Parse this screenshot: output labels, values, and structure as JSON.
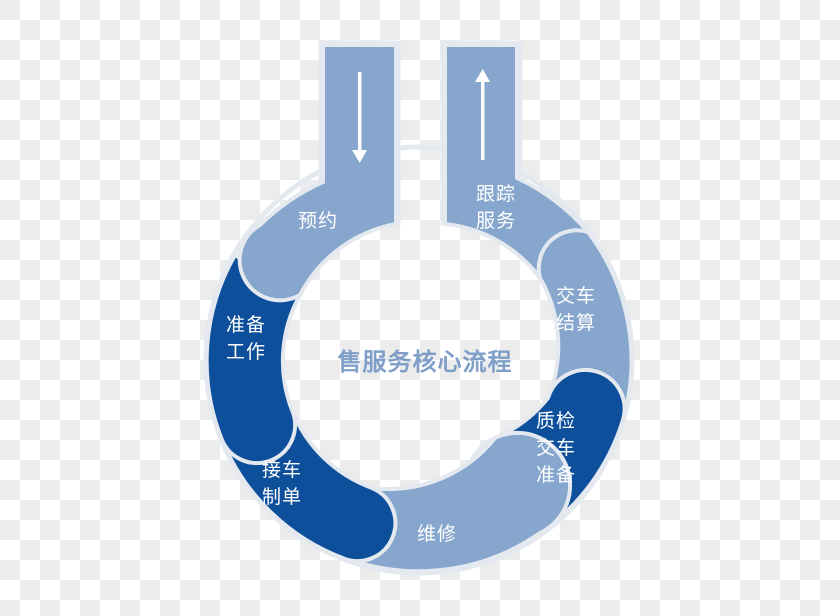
{
  "diagram": {
    "title": "售服务核心流程",
    "colors": {
      "dark_segment": "#0e4f9b",
      "light_segment": "#86a6cd",
      "border": "#e4e9f0",
      "center_text": "#7f9fc9",
      "label_text": "#ffffff"
    },
    "entry_arrow": {
      "direction": "down",
      "icon": "arrow-down-icon"
    },
    "exit_arrow": {
      "direction": "up",
      "icon": "arrow-up-icon"
    },
    "steps": [
      {
        "label": "预约",
        "tone": "light"
      },
      {
        "label": "准备\n工作",
        "tone": "dark"
      },
      {
        "label": "接车\n制单",
        "tone": "dark"
      },
      {
        "label": "维修",
        "tone": "light"
      },
      {
        "label": "质检\n交车\n准备",
        "tone": "dark"
      },
      {
        "label": "交车\n结算",
        "tone": "light"
      },
      {
        "label": "跟踪\n服务",
        "tone": "light"
      }
    ]
  }
}
